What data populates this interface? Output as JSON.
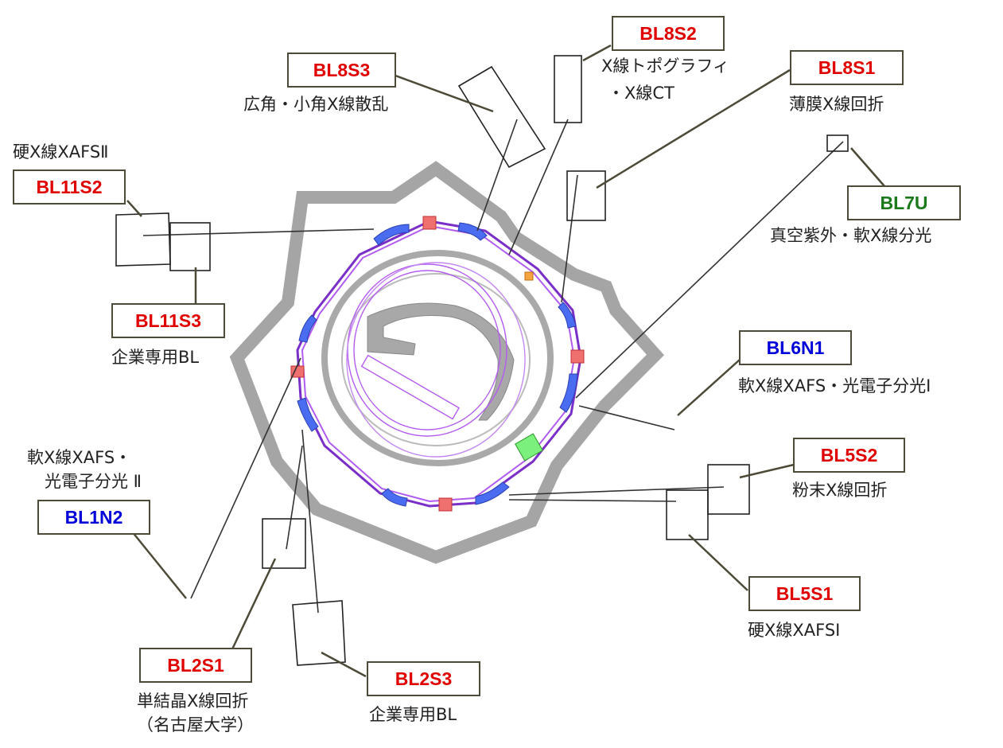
{
  "colors": {
    "private_beamline": "#e00000",
    "soft_xray_beamline": "#0000d8",
    "vuv_beamline": "#1a7a1a",
    "leader_line": "#4d4a37",
    "building_wall": "#a7a7a7",
    "ring_magnet": "#a020f0",
    "bending_magnet": "#4a6cf0"
  },
  "beamlines": [
    {
      "id": "BL8S2",
      "desc": [
        "X線トポグラフィ",
        "・X線CT"
      ]
    },
    {
      "id": "BL8S3",
      "desc": [
        "広角・小角X線散乱"
      ]
    },
    {
      "id": "BL8S1",
      "desc": [
        "薄膜X線回折"
      ]
    },
    {
      "id": "BL11S2",
      "desc": [
        "硬X線XAFSⅡ"
      ]
    },
    {
      "id": "BL7U",
      "desc": [
        "真空紫外・軟X線分光"
      ]
    },
    {
      "id": "BL11S3",
      "desc": [
        "企業専用BL"
      ]
    },
    {
      "id": "BL6N1",
      "desc": [
        "軟X線XAFS・光電子分光Ⅰ"
      ]
    },
    {
      "id": "BL5S2",
      "desc": [
        "粉末X線回折"
      ]
    },
    {
      "id": "BL1N2",
      "desc": [
        "軟X線XAFS・",
        "光電子分光 Ⅱ"
      ]
    },
    {
      "id": "BL5S1",
      "desc": [
        "硬X線XAFSⅠ"
      ]
    },
    {
      "id": "BL2S1",
      "desc": [
        "単結晶X線回折",
        "（名古屋大学）"
      ]
    },
    {
      "id": "BL2S3",
      "desc": [
        "企業専用BL"
      ]
    }
  ]
}
